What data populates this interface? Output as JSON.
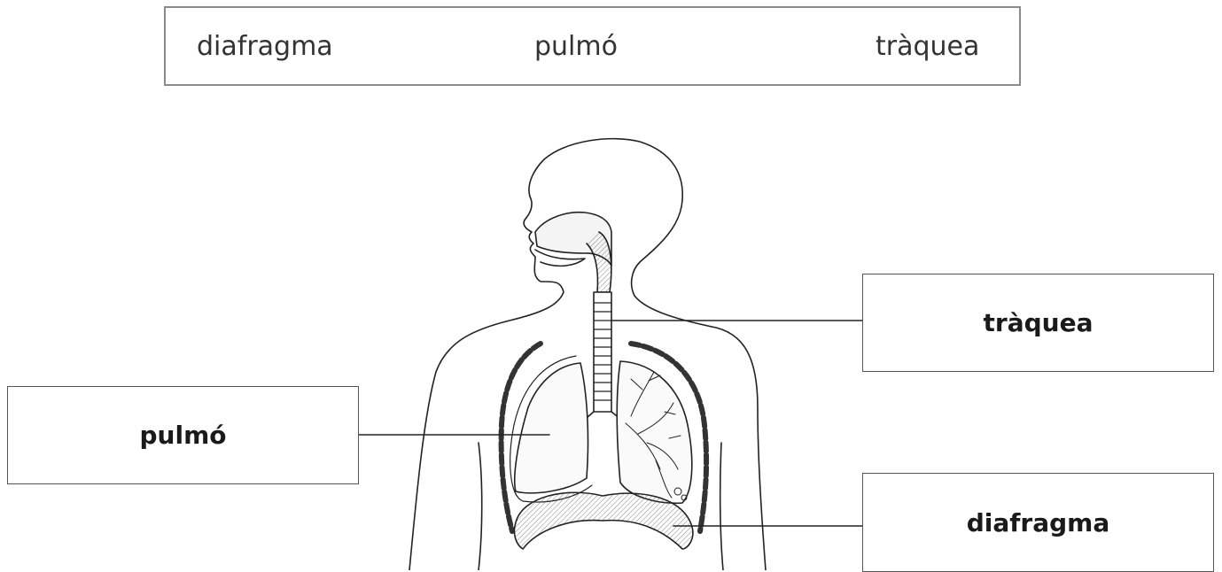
{
  "word_bank": {
    "words": [
      "diafragma",
      "pulmó",
      "tràquea"
    ]
  },
  "labels": {
    "traquea": "tràquea",
    "pulmo": "pulmó",
    "diafragma": "diafragma"
  }
}
